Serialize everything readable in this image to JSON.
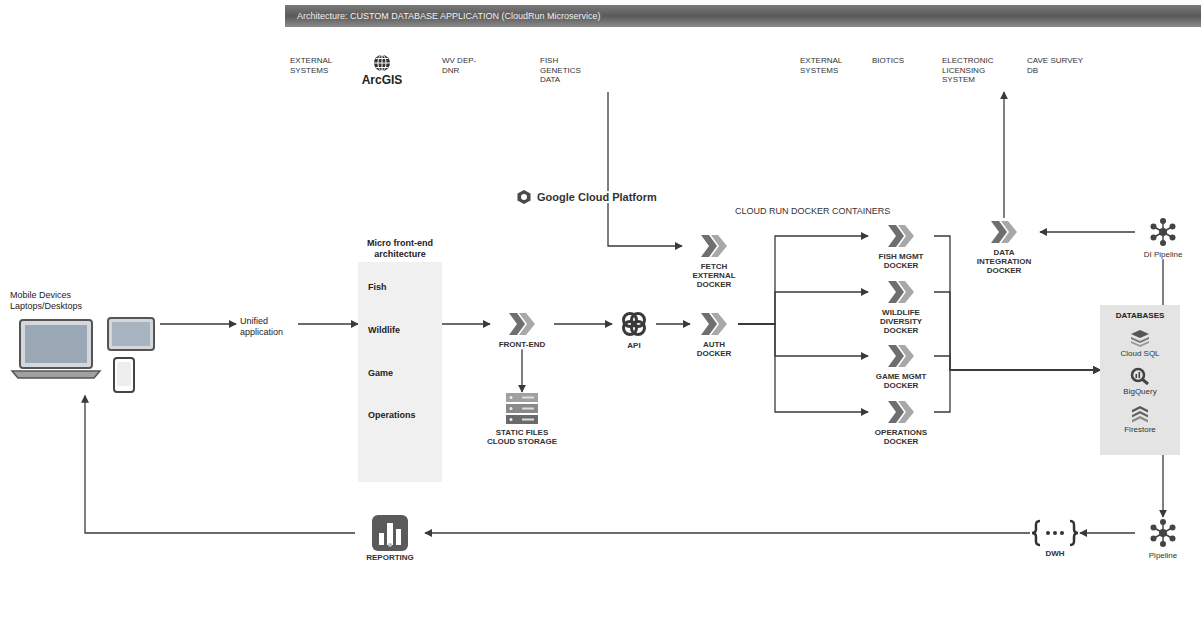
{
  "diagram": {
    "title": "Architecture: CUSTOM DATABASE APPLICATION (CloudRun Microservice)",
    "nodes": [
      {
        "text": [
          "EXTERNAL SYSTEMS",
          "ArcGIS",
          "WV DEP-DNR",
          "FISH GENETICS DATA"
        ]
      },
      {
        "text": [
          "EXTERNAL SYSTEMS",
          "BIOTICS",
          "ELECTRONIC LICENSING SYSTEM",
          "CAVE SURVEY DB"
        ]
      },
      {
        "text": [
          "Mobile Devices Laptops/Desktops"
        ]
      },
      {
        "text": [
          "Unified application"
        ]
      },
      {
        "text": [
          "Micro front-end architecture"
        ]
      },
      {
        "text": [
          "Fish"
        ],
        "in": 4
      },
      {
        "text": [
          "Wildlife"
        ],
        "in": 4
      },
      {
        "text": [
          "Game"
        ],
        "in": 4
      },
      {
        "text": [
          "Operations"
        ],
        "in": 4
      },
      {
        "text": [
          "FRONT-END"
        ]
      },
      {
        "text": [
          "STATIC FILES CLOUD STORAGE"
        ]
      },
      {
        "text": [
          "API"
        ]
      },
      {
        "text": [
          "FETCH EXTERNAL DOCKER"
        ]
      },
      {
        "text": [
          "AUTH DOCKER"
        ]
      },
      {
        "text": [
          "FISH MGMT DOCKER"
        ]
      },
      {
        "text": [
          "WILDLIFE DIVERSITY DOCKER"
        ]
      },
      {
        "text": [
          "GAME MGMT DOCKER"
        ]
      },
      {
        "text": [
          "OPERATIONS DOCKER"
        ]
      },
      {
        "text": [
          "DATA INTEGRATION DOCKER"
        ]
      },
      {
        "text": [
          "DI Pipeline"
        ]
      },
      {
        "text": [
          "DATABASES"
        ]
      },
      {
        "text": [
          "Cloud SQL"
        ],
        "in": 20
      },
      {
        "text": [
          "BigQuery"
        ],
        "in": 20
      },
      {
        "text": [
          "Firestore"
        ],
        "in": 20
      },
      {
        "text": [
          "Pipeline"
        ]
      },
      {
        "text": [
          "DWH"
        ]
      },
      {
        "text": [
          "REPORTING"
        ]
      }
    ],
    "edges": [
      {
        "from": 2,
        "to": 3,
        "arrow": "to"
      },
      {
        "from": 3,
        "to": 4,
        "arrow": "to"
      },
      {
        "from": 4,
        "to": 9,
        "arrow": "to"
      },
      {
        "from": 9,
        "to": 10,
        "arrow": "to"
      },
      {
        "from": 9,
        "to": 11,
        "arrow": "to"
      },
      {
        "from": 11,
        "to": 13,
        "arrow": "to"
      },
      {
        "from": 0,
        "to": 12,
        "arrow": "to"
      },
      {
        "from": 13,
        "to": 14,
        "arrow": "to"
      },
      {
        "from": 13,
        "to": 15,
        "arrow": "to"
      },
      {
        "from": 13,
        "to": 16,
        "arrow": "to"
      },
      {
        "from": 13,
        "to": 17,
        "arrow": "to"
      },
      {
        "from": 14,
        "to": 20,
        "arrow": "to"
      },
      {
        "from": 15,
        "to": 20,
        "arrow": "to"
      },
      {
        "from": 16,
        "to": 20,
        "arrow": "to"
      },
      {
        "from": 17,
        "to": 20,
        "arrow": "to"
      },
      {
        "from": 19,
        "to": 18,
        "arrow": "to"
      },
      {
        "from": 18,
        "to": 1,
        "arrow": "to"
      },
      {
        "from": 19,
        "to": 20,
        "arrow": "none"
      },
      {
        "from": 20,
        "to": 24,
        "arrow": "to"
      },
      {
        "from": 24,
        "to": 25,
        "arrow": "to"
      },
      {
        "from": 25,
        "to": 26,
        "arrow": "to"
      },
      {
        "from": 26,
        "to": 2,
        "arrow": "to"
      }
    ],
    "labels": [
      "Google Cloud Platform",
      "CLOUD RUN DOCKER CONTAINERS"
    ]
  }
}
